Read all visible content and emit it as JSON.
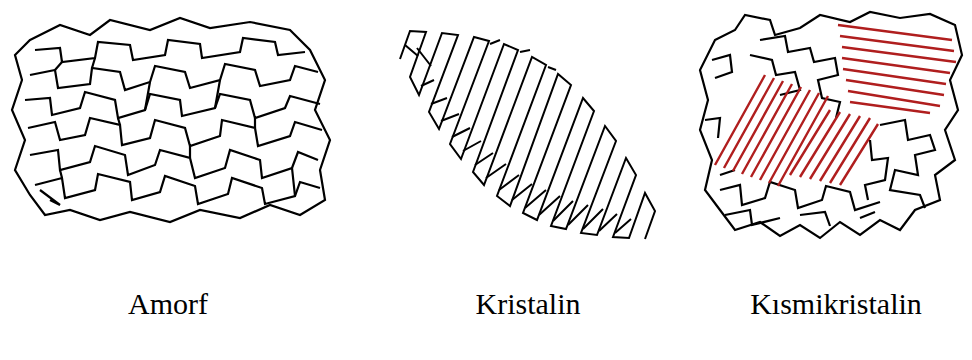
{
  "diagram": {
    "labels": [
      "Amorf",
      "Kristalin",
      "Kısmikristalin"
    ]
  }
}
